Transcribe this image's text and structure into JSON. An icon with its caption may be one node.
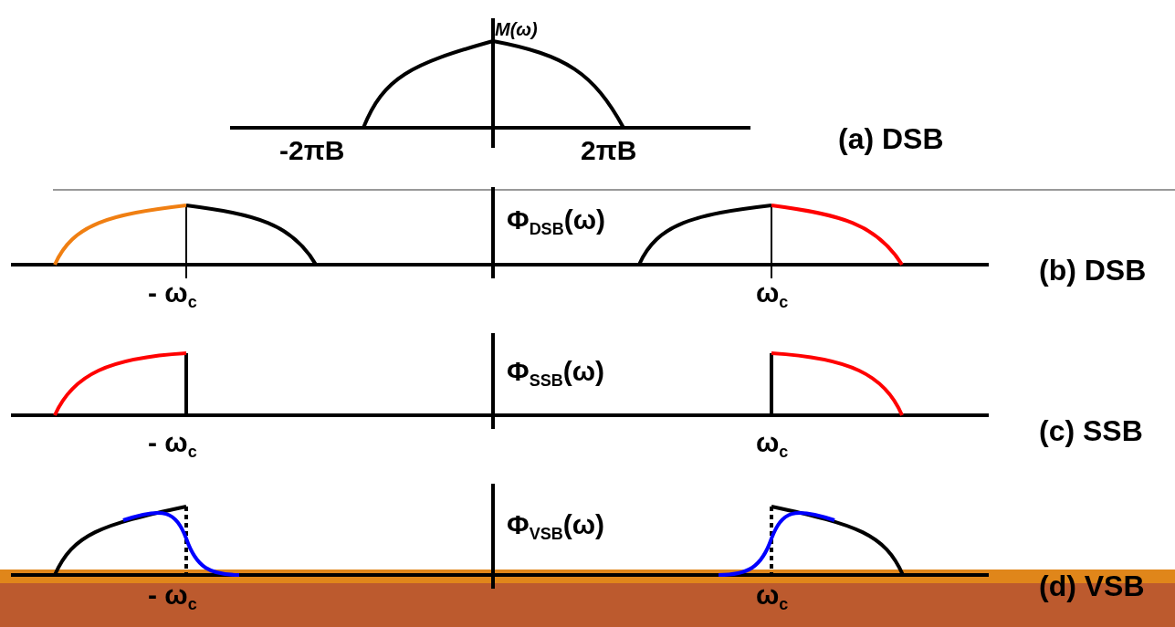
{
  "diagram": {
    "labels": [
      "M(ω)",
      "-2πB",
      "2πB",
      "(a) DSB",
      "Φ$_{DSB}$(ω)",
      "- ω$_{c}$",
      "ω$_{c}$",
      "(b) DSB",
      "Φ$_{SSB}$(ω)",
      "- ω$_{c}$",
      "ω$_{c}$",
      "(c) SSB",
      "Φ$_{VSB}$(ω)",
      "- ω$_{c}$",
      "ω$_{c}$",
      "(d) VSB"
    ]
  }
}
